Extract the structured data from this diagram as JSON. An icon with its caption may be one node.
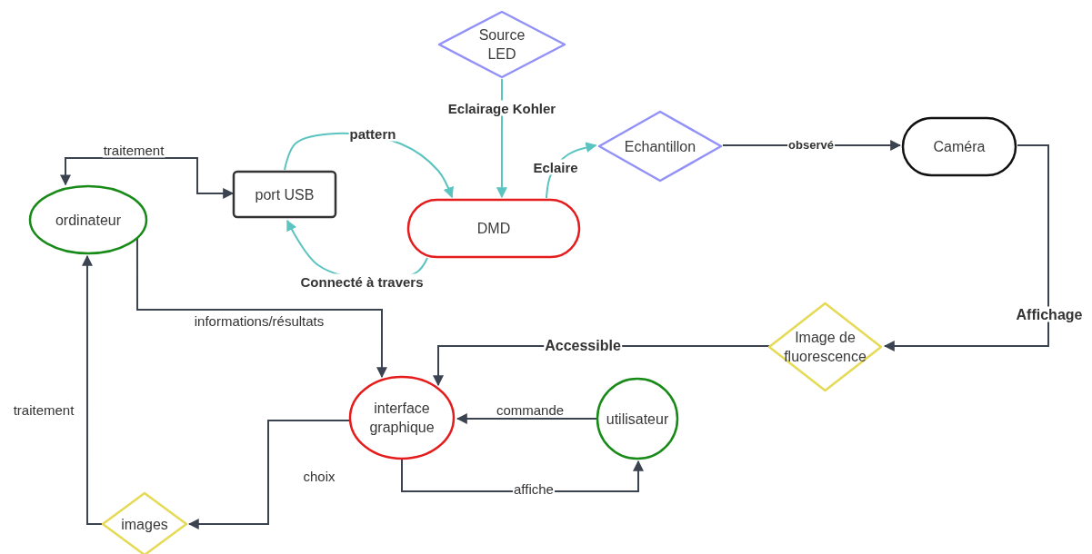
{
  "diagram": {
    "nodes": [
      {
        "text": [
          "Source LED"
        ]
      },
      {
        "text": [
          "ordinateur"
        ]
      },
      {
        "text": [
          "port USB"
        ]
      },
      {
        "text": [
          "DMD"
        ]
      },
      {
        "text": [
          "Echantillon"
        ]
      },
      {
        "text": [
          "Caméra"
        ]
      },
      {
        "text": [
          "Image de fluorescence"
        ]
      },
      {
        "text": [
          "interface graphique"
        ]
      },
      {
        "text": [
          "utilisateur"
        ]
      },
      {
        "text": [
          "images"
        ]
      }
    ],
    "edges": [
      {
        "from": 2,
        "to": 1,
        "arrow": "both",
        "label": "traitement"
      },
      {
        "from": 2,
        "to": 3,
        "arrow": "to",
        "label": "pattern",
        "color": "#5bc4c0"
      },
      {
        "from": 3,
        "to": 2,
        "arrow": "to",
        "label": "Connecté à travers",
        "color": "#5bc4c0"
      },
      {
        "from": 0,
        "to": 3,
        "arrow": "to",
        "label": "Eclairage Kohler",
        "color": "#5bc4c0"
      },
      {
        "from": 3,
        "to": 4,
        "arrow": "to",
        "label": "Eclaire",
        "color": "#5bc4c0"
      },
      {
        "from": 4,
        "to": 5,
        "arrow": "to",
        "label": "observé"
      },
      {
        "from": 5,
        "to": 6,
        "arrow": "to",
        "label": "Affichage"
      },
      {
        "from": 6,
        "to": 7,
        "arrow": "to",
        "label": "Accessible"
      },
      {
        "from": 1,
        "to": 7,
        "arrow": "to",
        "label": "informations/résultats"
      },
      {
        "from": 8,
        "to": 7,
        "arrow": "to",
        "label": "commande"
      },
      {
        "from": 7,
        "to": 8,
        "arrow": "to",
        "label": "affiche"
      },
      {
        "from": 7,
        "to": 9,
        "arrow": "to",
        "label": "choix"
      },
      {
        "from": 9,
        "to": 1,
        "arrow": "to",
        "label": "traitement"
      }
    ]
  }
}
